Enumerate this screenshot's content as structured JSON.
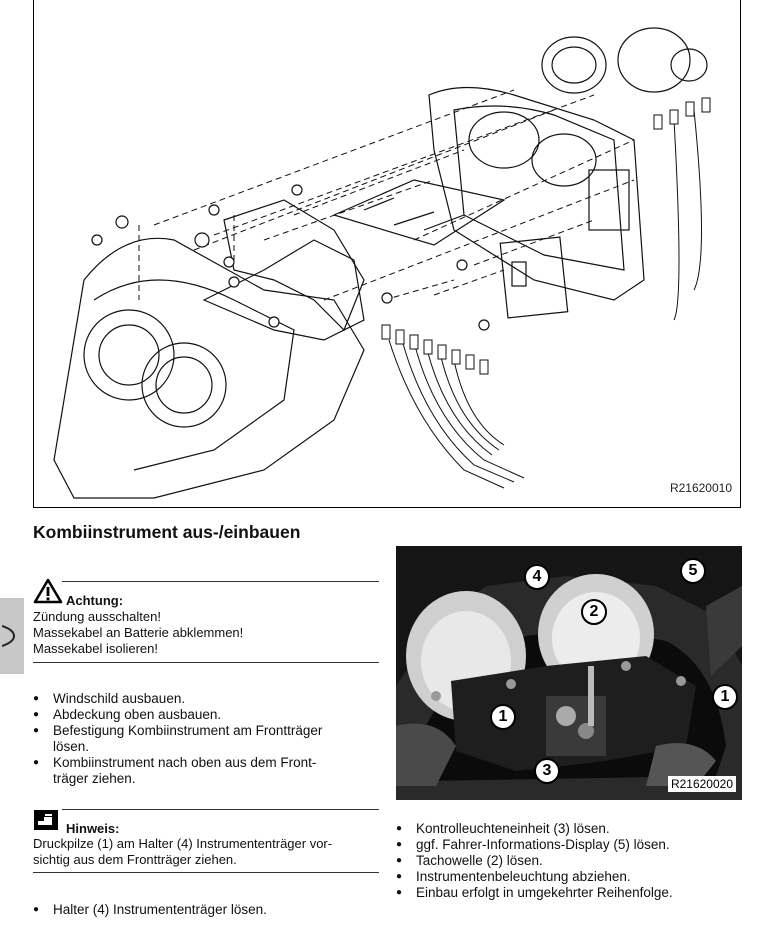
{
  "figure_top": {
    "label": "R21620010"
  },
  "section": {
    "title": "Kombiinstrument aus-/einbauen"
  },
  "warning": {
    "title": "Achtung:",
    "lines": [
      "Zündung ausschalten!",
      "Massekabel an Batterie abklemmen!",
      "Massekabel isolieren!"
    ]
  },
  "steps_left": [
    {
      "lines": [
        "Windschild ausbauen."
      ]
    },
    {
      "lines": [
        "Abdeckung oben ausbauen."
      ]
    },
    {
      "lines": [
        "Befestigung Kombiinstrument am Frontträger",
        "lösen."
      ]
    },
    {
      "lines": [
        "Kombiinstrument nach oben aus dem Front-",
        "träger ziehen."
      ]
    }
  ],
  "note": {
    "title": "Hinweis:",
    "lines": [
      "Druckpilze (1) am Halter (4) Instrumententräger vor-",
      "sichtig aus dem Frontträger ziehen."
    ]
  },
  "steps_bottom_left": [
    {
      "lines": [
        "Halter (4) Instrumententräger lösen."
      ]
    }
  ],
  "photo": {
    "label": "R21620020",
    "callouts": [
      "4",
      "5",
      "2",
      "1",
      "1",
      "3"
    ]
  },
  "steps_right": [
    {
      "lines": [
        "Kontrolleuchteneinheit (3) lösen."
      ]
    },
    {
      "lines": [
        "ggf. Fahrer-Informations-Display (5) lösen."
      ]
    },
    {
      "lines": [
        "Tachowelle (2) lösen."
      ]
    },
    {
      "lines": [
        "Instrumentenbeleuchtung abziehen."
      ]
    },
    {
      "lines": [
        "Einbau erfolgt in umgekehrter Reihenfolge."
      ]
    }
  ],
  "colors": {
    "tab_gray": "#c8c8c8",
    "rule": "#333333",
    "photo_bg": "#141414"
  }
}
